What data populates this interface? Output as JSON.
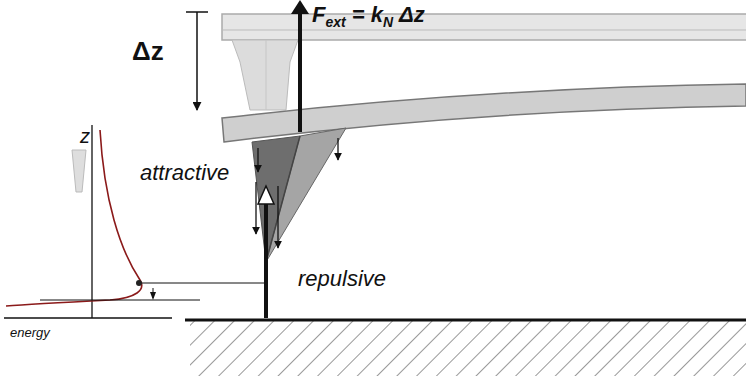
{
  "diagram": {
    "labels": [
      "F",
      "ext",
      "= k",
      "N",
      "Δz",
      "Δz",
      "attractive",
      "z",
      "repulsive",
      "energy"
    ]
  }
}
